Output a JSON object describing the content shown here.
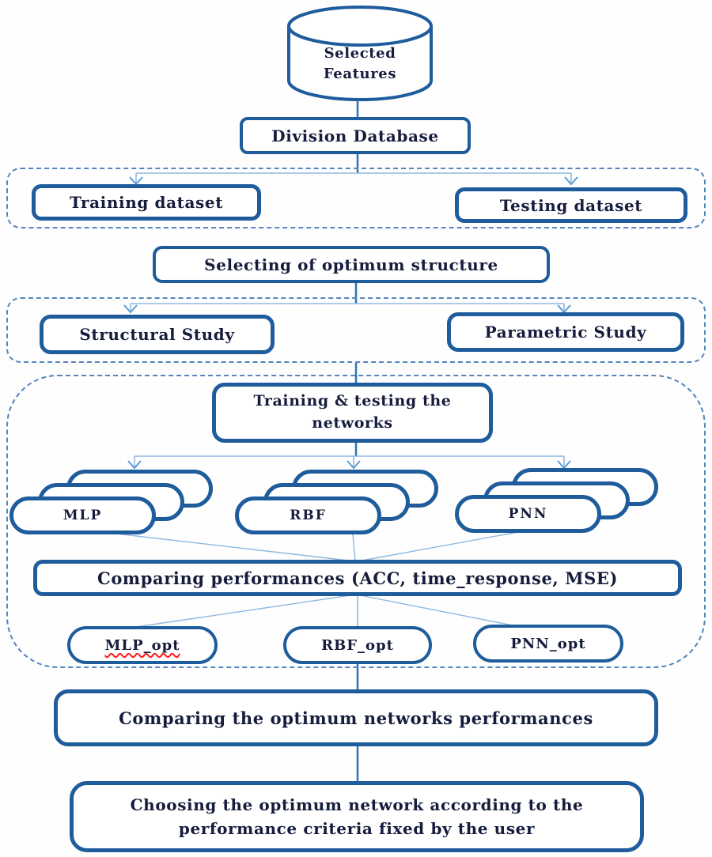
{
  "nodes": {
    "selected_features": {
      "label": "Selected Features",
      "shape": "cylinder"
    },
    "division_database": {
      "label": "Division Database",
      "shape": "rounded-box"
    },
    "training_dataset": {
      "label": "Training dataset",
      "shape": "rounded-box"
    },
    "testing_dataset": {
      "label": "Testing dataset",
      "shape": "rounded-box"
    },
    "selecting_structure": {
      "label": "Selecting of optimum structure",
      "shape": "rounded-box"
    },
    "structural_study": {
      "label": "Structural Study",
      "shape": "rounded-box"
    },
    "parametric_study": {
      "label": "Parametric Study",
      "shape": "rounded-box"
    },
    "training_testing": {
      "label": "Training & testing the networks",
      "shape": "rounded-box"
    },
    "mlp": {
      "label": "MLP",
      "shape": "stacked-pills"
    },
    "rbf": {
      "label": "RBF",
      "shape": "stacked-pills"
    },
    "pnn": {
      "label": "PNN",
      "shape": "stacked-pills"
    },
    "comparing_performances": {
      "label": "Comparing performances (ACC, time_response, MSE)",
      "shape": "rounded-box"
    },
    "mlp_opt": {
      "label": "MLP_opt",
      "shape": "pill",
      "spellcheck_underline": true
    },
    "rbf_opt": {
      "label": "RBF_opt",
      "shape": "pill"
    },
    "pnn_opt": {
      "label": "PNN_opt",
      "shape": "pill"
    },
    "comparing_optimum": {
      "label": "Comparing the optimum networks performances",
      "shape": "rounded-box"
    },
    "choosing_optimum": {
      "label": "Choosing the optimum network according to the performance criteria fixed by the user",
      "shape": "rounded-box"
    }
  },
  "colors": {
    "box_border": "#1f5c9b",
    "dashed_border": "#5585bd",
    "spine_connector": "#2e75b6",
    "thin_line": "#8fb8e0",
    "arrowhead": "#5b9bd5",
    "text": "#161c3c",
    "spellcheck_red": "#ff1a1a",
    "background": "#ffffff"
  }
}
